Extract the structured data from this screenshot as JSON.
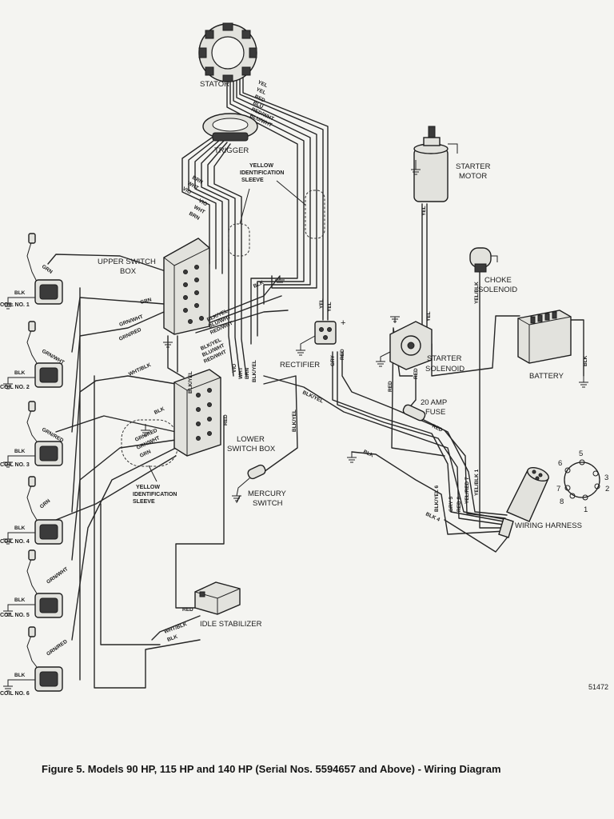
{
  "caption": "Figure 5. Models 90 HP, 115 HP and 140 HP (Serial Nos. 5594657 and Above) - Wiring Diagram",
  "figure_number": "51472",
  "components": {
    "stator": "STATOR",
    "trigger": "TRIGGER",
    "yellow_sleeve_top": [
      "YELLOW",
      "IDENTIFICATION",
      "SLEEVE"
    ],
    "starter_motor": [
      "STARTER",
      "MOTOR"
    ],
    "upper_switch_box": [
      "UPPER SWITCH",
      "BOX"
    ],
    "choke_solenoid": [
      "CHOKE",
      "SOLENOID"
    ],
    "rectifier": "RECTIFIER",
    "starter_solenoid": [
      "STARTER",
      "SOLENOID"
    ],
    "battery": "BATTERY",
    "fuse": [
      "20 AMP",
      "FUSE"
    ],
    "lower_switch_box": [
      "LOWER",
      "SWITCH BOX"
    ],
    "yellow_sleeve_bottom": [
      "YELLOW",
      "IDENTIFICATION",
      "SLEEVE"
    ],
    "mercury_switch": [
      "MERCURY",
      "SWITCH"
    ],
    "wiring_harness": "WIRING HARNESS",
    "idle_stabilizer": "IDLE STABILIZER",
    "plus_sign": "+"
  },
  "coils": [
    "COIL NO. 1",
    "COIL NO. 2",
    "COIL NO. 3",
    "COIL NO. 4",
    "COIL NO. 5",
    "COIL NO. 6"
  ],
  "coil_wires": [
    "GRN",
    "GRN/WHT",
    "GRN/RED",
    "GRN",
    "GRN/WHT",
    "GRN/RED"
  ],
  "coil_ground": "BLK",
  "wire_labels": {
    "stator": [
      "YEL",
      "YEL",
      "RED",
      "BLU",
      "RED/WHT",
      "BLU/WHT"
    ],
    "trigger": [
      "BRN",
      "WHT",
      "VIO",
      "VIO",
      "WHT",
      "BRN"
    ],
    "upper_box": [
      "GRN",
      "GRN/WHT",
      "GRN/RED",
      "BLK"
    ],
    "upper_box_bundle": [
      "BLK/YEL",
      "BLU/WHT",
      "RED/WHT",
      "BLK/YEL",
      "BLU/WHT",
      "RED/WHT"
    ],
    "lower_box_side": [
      "WHT/BLK",
      "BLK",
      "GRN/RED",
      "GRN/WHT",
      "GRN"
    ],
    "lower_box_top": [
      "BLK/YEL",
      "VIO",
      "WHT",
      "BRN",
      "BLK/YEL"
    ],
    "lower_box_bottom": "RED",
    "rectifier": [
      "YEL",
      "YEL",
      "GRY",
      "RED"
    ],
    "starter": [
      "YEL",
      "YEL"
    ],
    "choke": "YEL/BLK",
    "battery": "BLK",
    "solenoid": [
      "RED",
      "RED"
    ],
    "mercury": "BLK/YEL",
    "blk_yel_mid": "BLK/YEL",
    "fuse": "RED",
    "ground": "BLK",
    "harness": [
      "BLK/YEL 6",
      "GRY 5",
      "RED 8",
      "YEL/RED 7",
      "YEL/BLK 1",
      "BLK 4"
    ],
    "idle": [
      "RED",
      "WHT/BLK",
      "BLK"
    ]
  },
  "harness_pins": [
    "5",
    "6",
    "3",
    "2",
    "7",
    "8",
    "1"
  ]
}
